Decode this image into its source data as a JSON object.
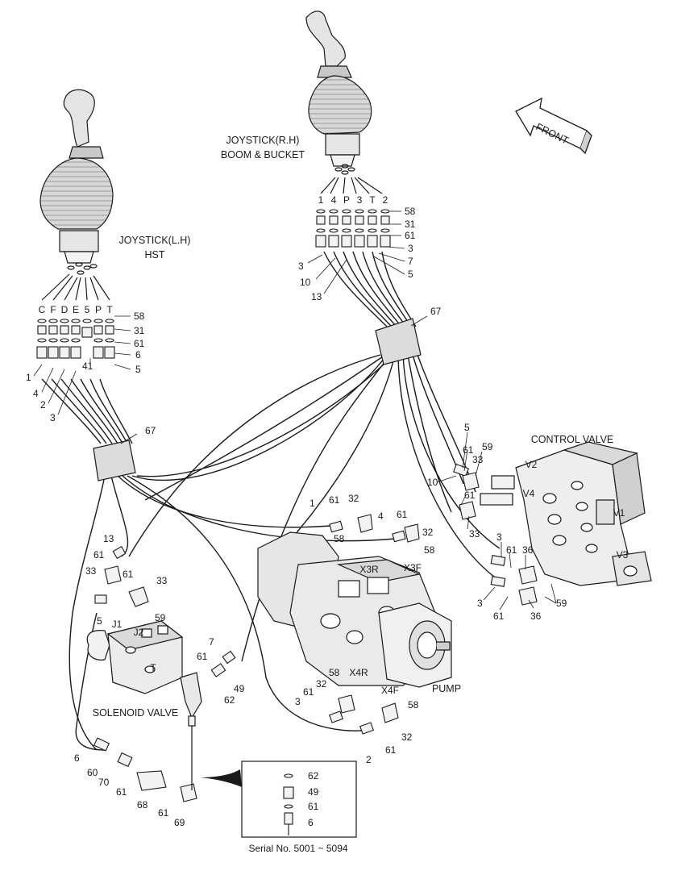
{
  "titles": {
    "joystick_rh_line1": "JOYSTICK(R.H)",
    "joystick_rh_line2": "BOOM & BUCKET",
    "joystick_lh_line1": "JOYSTICK(L.H)",
    "joystick_lh_line2": "HST",
    "front": "FRONT",
    "control_valve": "CONTROL VALVE",
    "pump": "PUMP",
    "solenoid_valve": "SOLENOID VALVE",
    "serial": "Serial No. 5001 ~ 5094"
  },
  "ports": {
    "x3r": "X3R",
    "x3f": "X3F",
    "x4r": "X4R",
    "x4f": "X4F",
    "v1": "V1",
    "v2": "V2",
    "v3": "V3",
    "v4": "V4",
    "j1": "J1",
    "j2": "J2",
    "t": "T"
  },
  "rh_port_letters": [
    "1",
    "4",
    "P",
    "3",
    "T",
    "2"
  ],
  "lh_port_letters": [
    "C",
    "F",
    "D",
    "E",
    "5",
    "P",
    "T"
  ],
  "callouts": {
    "rh_58": "58",
    "rh_31": "31",
    "rh_61": "61",
    "rh_3a": "3",
    "rh_7": "7",
    "rh_5": "5",
    "rh_3b": "3",
    "rh_10": "10",
    "rh_13": "13",
    "rh_67": "67",
    "lh_58": "58",
    "lh_31": "31",
    "lh_61": "61",
    "lh_6": "6",
    "lh_5": "5",
    "lh_41": "41",
    "lh_1": "1",
    "lh_4": "4",
    "lh_2": "2",
    "lh_3": "3",
    "lh_67": "67",
    "cv_5": "5",
    "cv_61a": "61",
    "cv_59a": "59",
    "cv_33a": "33",
    "cv_10": "10",
    "cv_61b": "61",
    "cv_33b": "33",
    "cv_3a": "3",
    "cv_61c": "61",
    "cv_36a": "36",
    "cv_3b": "3",
    "cv_61d": "61",
    "cv_36b": "36",
    "cv_59b": "59",
    "mid_1": "1",
    "mid_61a": "61",
    "mid_32a": "32",
    "mid_58a": "58",
    "mid_4": "4",
    "mid_61b": "61",
    "mid_32b": "32",
    "mid_58b": "58",
    "sv_13": "13",
    "sv_61a": "61",
    "sv_33a": "33",
    "sv_61b": "61",
    "sv_33b": "33",
    "sv_5": "5",
    "sv_59": "59",
    "pl_7": "7",
    "pl_61": "61",
    "pl_49": "49",
    "pl_62": "62",
    "pr_58a": "58",
    "pr_32a": "32",
    "pr_61a": "61",
    "pr_3": "3",
    "pr_58b": "58",
    "pr_32b": "32",
    "pr_61b": "61",
    "pr_2": "2",
    "bl_6": "6",
    "bl_60": "60",
    "bl_70": "70",
    "bl_61a": "61",
    "bl_68": "68",
    "bl_61b": "61",
    "bl_69": "69",
    "in_62": "62",
    "in_49": "49",
    "in_61": "61",
    "in_6": "6"
  },
  "colors": {
    "line": "#1a1a1a",
    "part_fill": "#f2f2f2",
    "band_fill": "#dcdcdc",
    "boot_fill": "#d4d4d4"
  }
}
